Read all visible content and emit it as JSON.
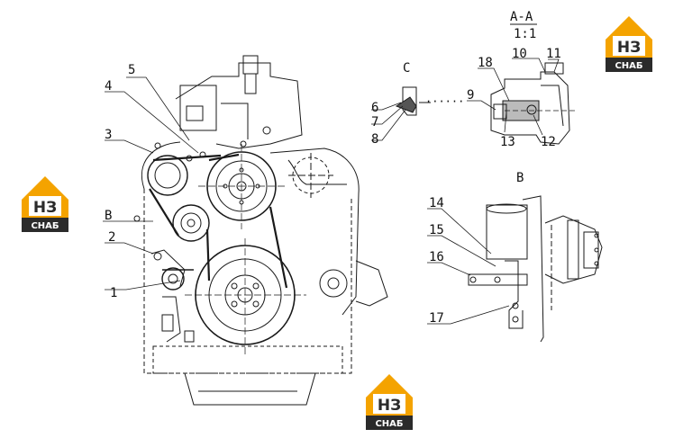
{
  "callouts": [
    {
      "id": "1",
      "text": "1"
    },
    {
      "id": "2",
      "text": "2"
    },
    {
      "id": "3",
      "text": "3"
    },
    {
      "id": "4",
      "text": "4"
    },
    {
      "id": "5",
      "text": "5"
    },
    {
      "id": "6",
      "text": "6"
    },
    {
      "id": "7",
      "text": "7"
    },
    {
      "id": "8",
      "text": "8"
    },
    {
      "id": "9",
      "text": "9"
    },
    {
      "id": "10",
      "text": "10"
    },
    {
      "id": "11",
      "text": "11"
    },
    {
      "id": "12",
      "text": "12"
    },
    {
      "id": "13",
      "text": "13"
    },
    {
      "id": "14",
      "text": "14"
    },
    {
      "id": "15",
      "text": "15"
    },
    {
      "id": "16",
      "text": "16"
    },
    {
      "id": "17",
      "text": "17"
    },
    {
      "id": "18",
      "text": "18"
    }
  ],
  "views": {
    "section_aa": "A-A",
    "section_scale": "1:1",
    "view_b_main": "B",
    "view_b_detail": "B",
    "view_c": "C"
  },
  "logo": {
    "main_text": "НЗ",
    "sub_text": "CHAБ",
    "colors": {
      "orange": "#F4A300",
      "dark": "#2b2b2b",
      "white": "#ffffff"
    }
  },
  "line_color": "#1a1a1a"
}
